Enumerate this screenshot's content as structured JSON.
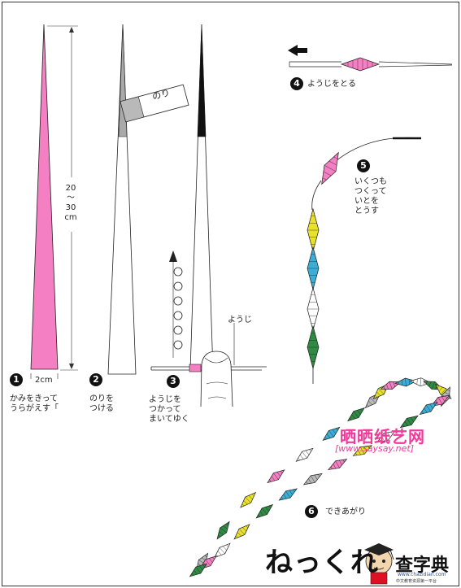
{
  "colors": {
    "pink": "#f47fc3",
    "yellow": "#e9e22a",
    "blue": "#3aaed6",
    "white_bead": "#ffffff",
    "green": "#2f8a43",
    "gray": "#b9b9b9",
    "watermark": "#f03a9a"
  },
  "steps": [
    {
      "number": "1",
      "caption": "かみをきって\nうらがえす「",
      "width_label": "2cm",
      "length_label": "20\n〜\n30\ncm"
    },
    {
      "number": "2",
      "caption": "のりを\nつける",
      "glue_label": "のり"
    },
    {
      "number": "3",
      "caption": "ようじを\nつかって\nまいてゆく",
      "toothpick_label": "ようじ"
    },
    {
      "number": "4",
      "caption": "ようじをとる"
    },
    {
      "number": "5",
      "caption": "いくつも\nつくって\nいとを\nとうす"
    },
    {
      "number": "6",
      "caption": "できあがり"
    }
  ],
  "necklace_bead_colors": [
    "gray",
    "green",
    "yellow",
    "pink",
    "white",
    "blue",
    "green",
    "gray",
    "yellow",
    "pink",
    "blue",
    "white",
    "green",
    "yellow",
    "gray",
    "pink",
    "blue",
    "green",
    "white",
    "yellow",
    "pink",
    "gray",
    "blue",
    "green",
    "yellow",
    "white",
    "pink",
    "green"
  ],
  "title": "ねっくれ",
  "watermark": {
    "chinese": "晒晒纸艺网",
    "url": "[www.saysay.net]"
  },
  "logo": {
    "main": "查字典",
    "domain": "www.chazidian.com",
    "tagline": "中文教育资源第一平台"
  }
}
